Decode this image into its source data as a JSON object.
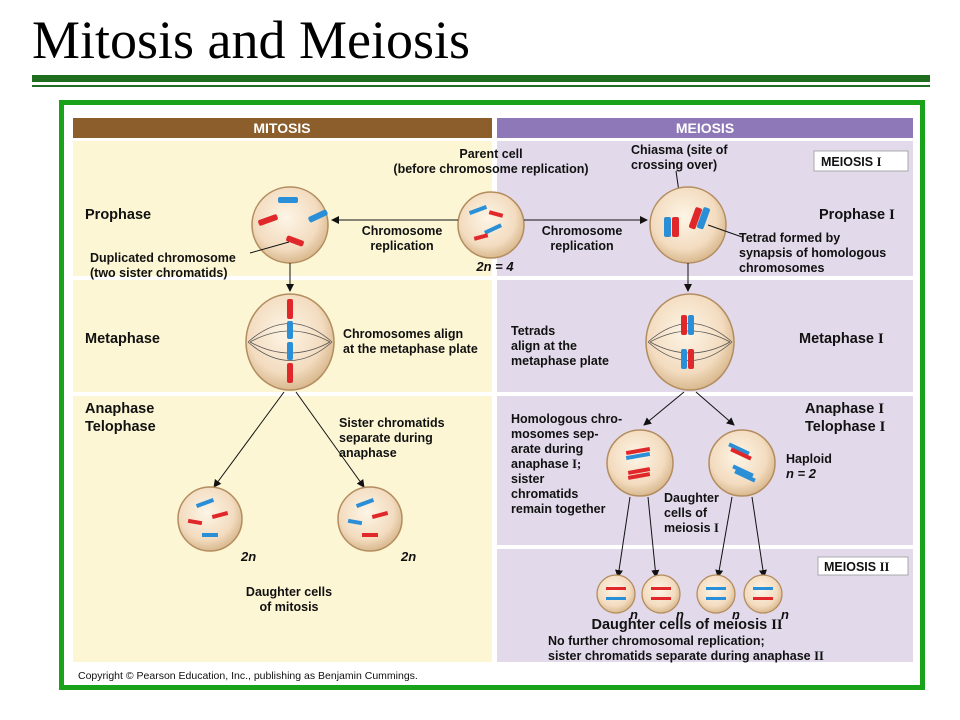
{
  "title": "Mitosis and Meiosis",
  "headers": {
    "mitosis": "MITOSIS",
    "meiosis": "MEIOSIS"
  },
  "parent_cell": {
    "line1": "Parent cell",
    "line2": "(before chromosome replication)",
    "ploidy": "2n = 4"
  },
  "chromosome_replication": {
    "line1": "Chromosome",
    "line2": "replication"
  },
  "mitosis": {
    "prophase": "Prophase",
    "duplicated_line1": "Duplicated chromosome",
    "duplicated_line2": "(two sister chromatids)",
    "metaphase": "Metaphase",
    "align_line1": "Chromosomes align",
    "align_line2": "at the metaphase plate",
    "anaphase": "Anaphase",
    "telophase": "Telophase",
    "sister_line1": "Sister chromatids",
    "sister_line2": "separate during",
    "sister_line3": "anaphase",
    "ploidy": "2n",
    "daughter_line1": "Daughter cells",
    "daughter_line2": "of mitosis"
  },
  "meiosis": {
    "meiosis1_box": "MEIOSIS",
    "meiosis1_roman": "I",
    "chiasma_line1": "Chiasma (site of",
    "chiasma_line2": "crossing over)",
    "prophase": "Prophase",
    "tetrad_line1": "Tetrad formed by",
    "tetrad_line2": "synapsis of homologous",
    "tetrad_line3": "chromosomes",
    "tetrads_line1": "Tetrads",
    "tetrads_line2": "align at the",
    "tetrads_line3": "metaphase plate",
    "metaphase": "Metaphase",
    "anaphase": "Anaphase",
    "telophase": "Telophase",
    "roman_one": "I",
    "homologous_lines": [
      "Homologous chro-",
      "mosomes sep-",
      "arate during",
      "anaphase",
      "sister",
      "chromatids",
      "remain together"
    ],
    "anaphase_roman": "I;",
    "haploid_line1": "Haploid",
    "haploid_line2": "n = 2",
    "daughter1_line1": "Daughter",
    "daughter1_line2": "cells of",
    "daughter1_line3": "meiosis",
    "meiosis2_box": "MEIOSIS",
    "meiosis2_roman": "II",
    "n_label": "n",
    "daughter2_label": "Daughter cells of meiosis",
    "daughter2_roman": "II",
    "no_further": "No further chromosomal replication;",
    "sister_sep": "sister chromatids separate during anaphase",
    "sister_sep_roman": "II"
  },
  "copyright": "Copyright © Pearson Education, Inc., publishing as Benjamin Cummings.",
  "colors": {
    "frame_green": "#1aa31a",
    "rule_green": "#1f6e1f",
    "mitosis_header": "#8b5e2b",
    "meiosis_header": "#8e78b8",
    "mitosis_bg": "#fcf6d4",
    "meiosis_bg": "#e2d9ea",
    "chromosome_red": "#e0282b",
    "chromosome_blue": "#2a8fd6"
  }
}
